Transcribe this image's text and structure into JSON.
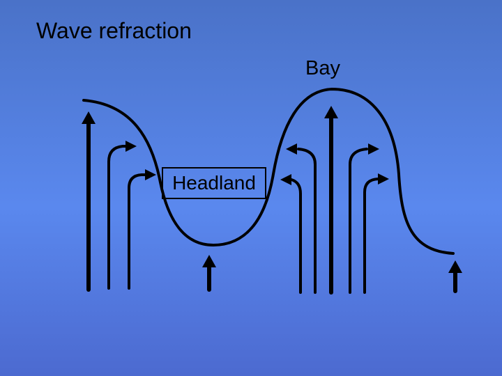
{
  "slide": {
    "title": "Wave refraction"
  },
  "labels": {
    "bay": "Bay",
    "headland": "Headland"
  },
  "colors": {
    "background_top": "#4a72c8",
    "background_mid": "#5a88ee",
    "line": "#000000"
  }
}
